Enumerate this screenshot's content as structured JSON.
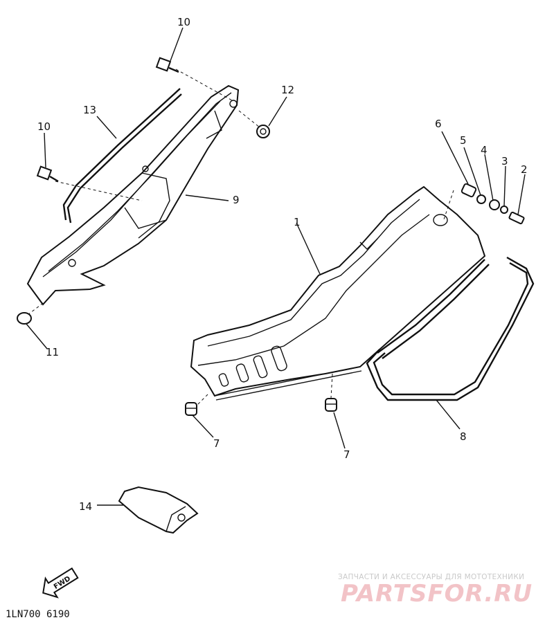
{
  "callouts": [
    "1",
    "2",
    "3",
    "4",
    "5",
    "6",
    "7",
    "7",
    "8",
    "9",
    "10",
    "10",
    "11",
    "12",
    "13",
    "14"
  ],
  "fwd_arrow_label": "FWD",
  "drawing_code": "1LN700  6190",
  "watermark": {
    "tagline": "ЗАПЧАСТИ И АКСЕССУАРЫ ДЛЯ МОТОТЕХНИКИ",
    "logo": "PARTSFOR.RU"
  }
}
